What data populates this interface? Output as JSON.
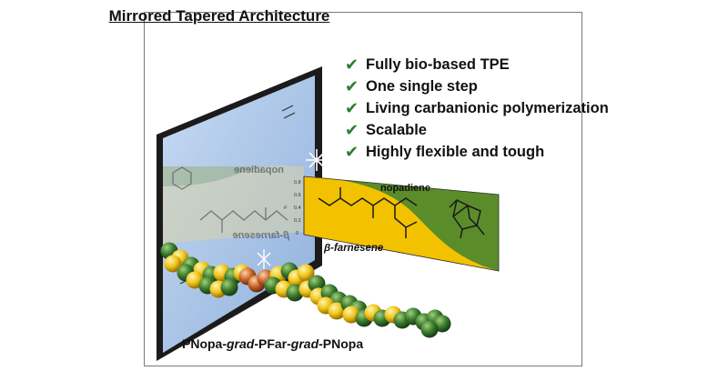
{
  "title": "Mirrored Tapered Architecture",
  "features": [
    "Fully bio-based TPE",
    "One single step",
    "Living carbanionic polymerization",
    "Scalable",
    "Highly flexible and tough"
  ],
  "icons": {
    "check": "check-icon"
  },
  "diagram": {
    "region_top_label": "nopadiene",
    "region_bottom_label": "β-farnesene",
    "mirror_top_label": "nopadiene",
    "mirror_bottom_label": "β-farnesene",
    "axis_ticks": [
      "0.8",
      "0.6",
      "0.4",
      "0.2",
      "0"
    ],
    "axis_symbol": "F"
  },
  "caption": {
    "p1": "PNopa-",
    "grad1": "grad",
    "p2": "-PFar-",
    "grad2": "grad",
    "p3": "-PNopa"
  },
  "colors": {
    "nopadiene_green": "#5b8c2a",
    "farnesene_yellow": "#f2c200",
    "mirror_blue": "#a9c4e6",
    "mirror_frame": "#1b1b1b",
    "bead_green": "#3b7a2e",
    "bead_yellow": "#f0c419",
    "bead_orange": "#c8642a",
    "check_green": "#2f7d2f"
  }
}
